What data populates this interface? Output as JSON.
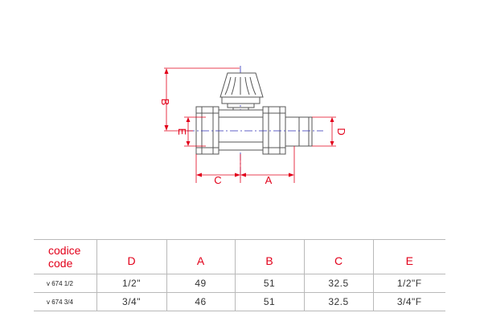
{
  "drawing": {
    "dimension_labels": {
      "B": "B",
      "E": "E",
      "D": "D",
      "C": "C",
      "A": "A"
    },
    "line_color": "#e2001a",
    "outline_color": "#555555",
    "centerline_color": "#2f2fb5"
  },
  "table": {
    "header": {
      "first_line1": "codice",
      "first_line2": "code",
      "columns": [
        "D",
        "A",
        "B",
        "C",
        "E"
      ]
    },
    "rows": [
      {
        "code": "v 674 1/2",
        "D": "1/2\"",
        "A": "49",
        "B": "51",
        "C": "32.5",
        "E": "1/2\"F"
      },
      {
        "code": "v 674 3/4",
        "D": "3/4\"",
        "A": "46",
        "B": "51",
        "C": "32.5",
        "E": "3/4\"F"
      }
    ]
  }
}
